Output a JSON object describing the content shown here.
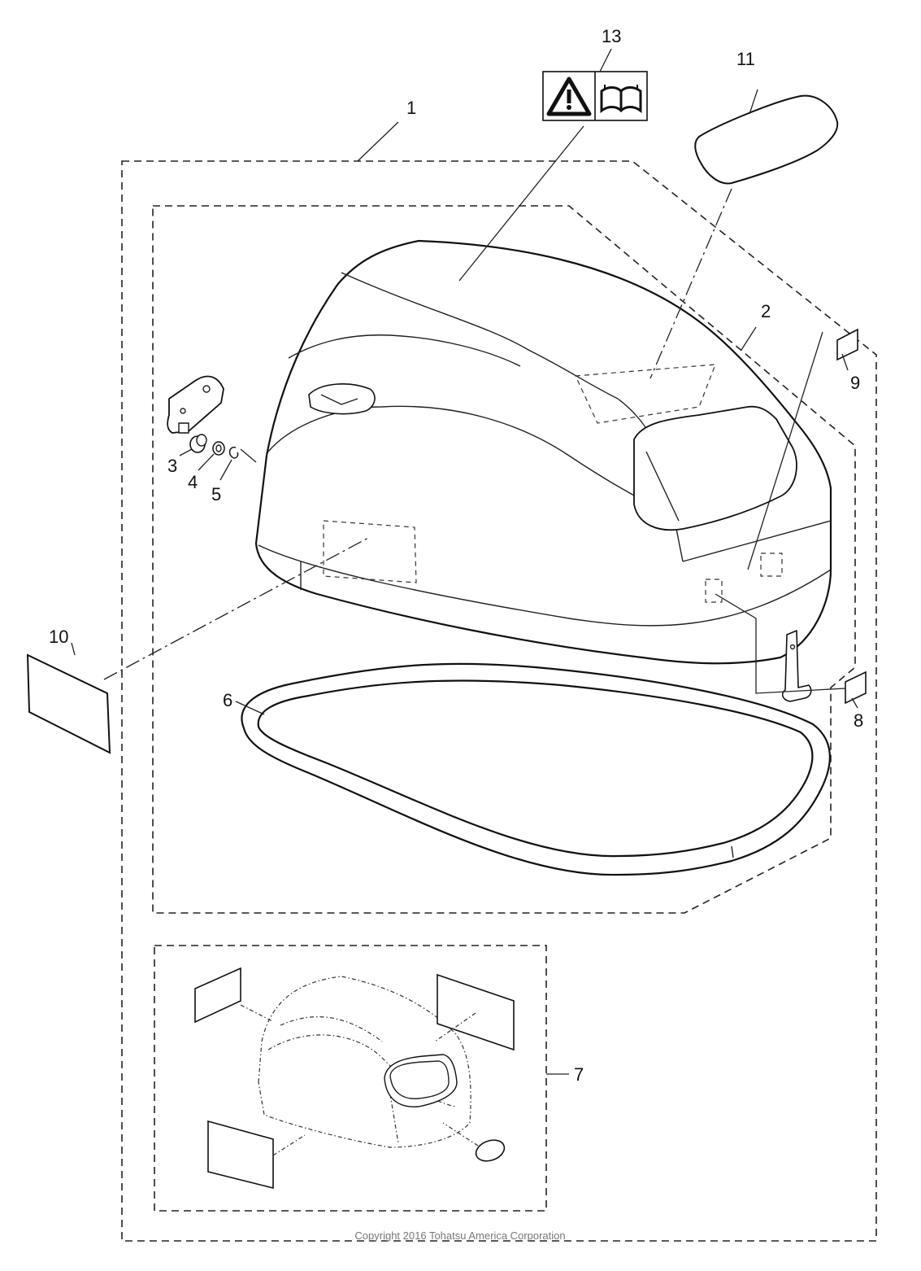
{
  "callouts": {
    "c1": "1",
    "c2": "2",
    "c3": "3",
    "c4": "4",
    "c5": "5",
    "c6": "6",
    "c7": "7",
    "c8": "8",
    "c9": "9",
    "c10": "10",
    "c11": "11",
    "c13": "13"
  },
  "icons": {
    "warning": "warning-triangle-icon",
    "manual": "open-book-icon"
  },
  "copyright": "Copyright 2016 Tohatsu America Corporation"
}
